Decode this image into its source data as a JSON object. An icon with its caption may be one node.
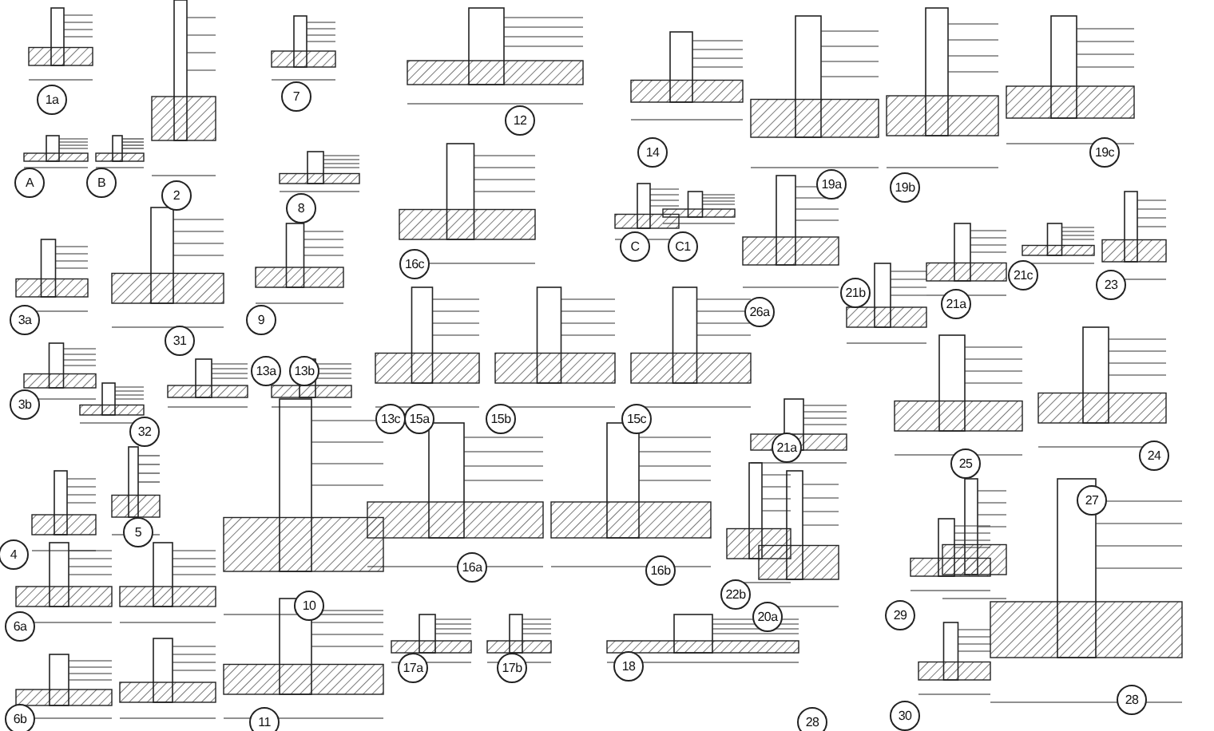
{
  "diagram": {
    "labels": [
      "1a",
      "7",
      "12",
      "14",
      "19a",
      "19b",
      "19c",
      "A",
      "B",
      "2",
      "8",
      "C",
      "C1",
      "16c",
      "26a",
      "3a",
      "31",
      "9",
      "21b",
      "21a",
      "21c",
      "23",
      "3b",
      "32",
      "13a",
      "13b",
      "13c",
      "15a",
      "15b",
      "15c",
      "21a",
      "25",
      "24",
      "27",
      "4",
      "5",
      "10",
      "16a",
      "16b",
      "22b",
      "20a",
      "6a",
      "29",
      "6b",
      "11",
      "17a",
      "17b",
      "18",
      "28",
      "30",
      "28"
    ]
  }
}
